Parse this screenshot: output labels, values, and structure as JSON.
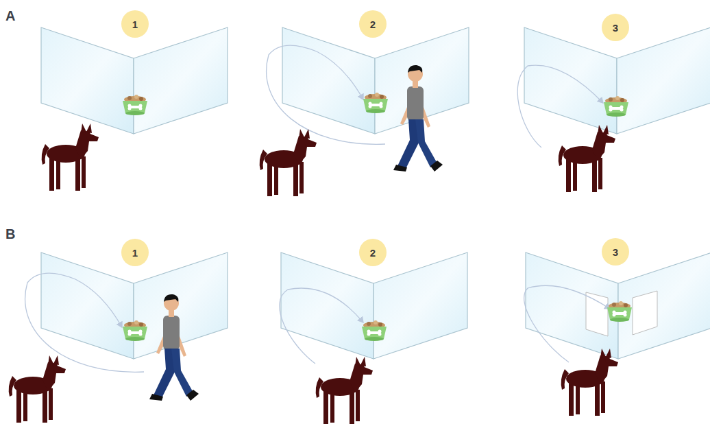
{
  "diagram": {
    "nodes": [
      {
        "text": [
          "1"
        ]
      },
      {
        "text": [
          "2"
        ]
      },
      {
        "text": [
          "3"
        ]
      },
      {
        "text": [
          "1"
        ]
      },
      {
        "text": [
          "2"
        ]
      },
      {
        "text": [
          "3"
        ]
      }
    ],
    "labels": [
      "A",
      "B"
    ]
  }
}
